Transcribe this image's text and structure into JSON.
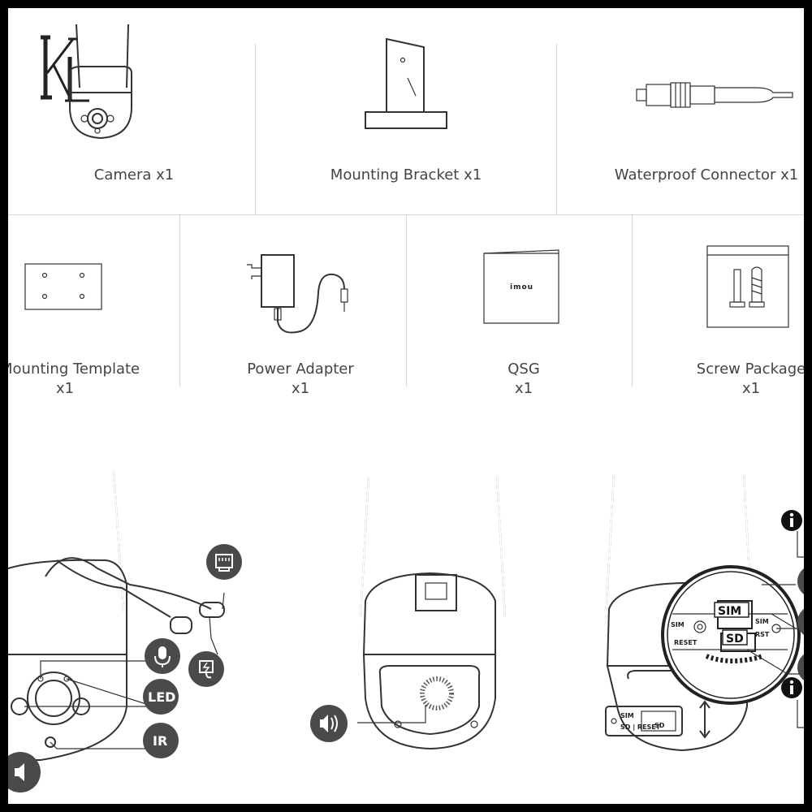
{
  "logo": {
    "letters": "KL"
  },
  "package_row1": [
    {
      "label": "Camera x1"
    },
    {
      "label": "Mounting Bracket x1"
    },
    {
      "label": "Waterproof Connector x1"
    }
  ],
  "package_row2": [
    {
      "name": "Mounting Template",
      "qty": "x1"
    },
    {
      "name": "Power Adapter",
      "qty": "x1"
    },
    {
      "name": "QSG",
      "qty": "x1"
    },
    {
      "name": "Screw Package",
      "qty": "x1"
    }
  ],
  "qsg_brand": "imou",
  "callouts": {
    "led": "LED",
    "ir": "IR"
  },
  "slot_panel": {
    "sim_big": "SIM",
    "sd_big": "SD",
    "sim_small": "SIM",
    "reset": "RESET",
    "sim_right": "SIM",
    "rst": "RST",
    "mini_sim": "SIM",
    "mini_sd_reset": "SD | RESET",
    "mini_sd": "SD"
  },
  "colors": {
    "callout": "#4a4a4a",
    "divider": "#d8d8d8",
    "frame": "#000000"
  }
}
